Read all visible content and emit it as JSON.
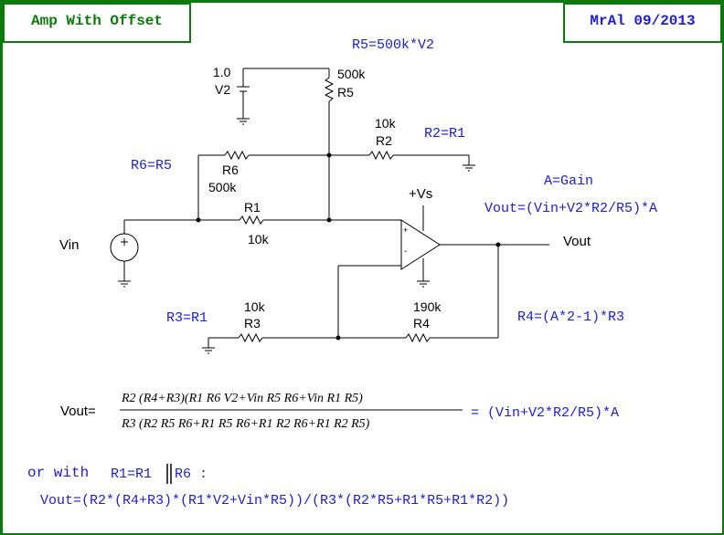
{
  "header": {
    "title": "Amp With Offset",
    "author": "MrAl 09/2013"
  },
  "components": {
    "v2_value": "1.0",
    "v2_name": "V2",
    "r5_value": "500k",
    "r5_name": "R5",
    "r2_value": "10k",
    "r2_name": "R2",
    "r6_name": "R6",
    "r6_value": "500k",
    "r1_name": "R1",
    "r1_value": "10k",
    "r3_value": "10k",
    "r3_name": "R3",
    "r4_value": "190k",
    "r4_name": "R4",
    "vin_label": "Vin",
    "vout_label": "Vout",
    "supply_label": "+Vs",
    "opamp_plus": "+",
    "opamp_minus": "-"
  },
  "annotations": {
    "r5_eq": "R5=500k*V2",
    "r2_eq": "R2=R1",
    "r6_eq": "R6=R5",
    "gain_eq": "A=Gain",
    "vout_eq": "Vout=(Vin+V2*R2/R5)*A",
    "r3_eq": "R3=R1",
    "r4_eq": "R4=(A*2-1)*R3"
  },
  "formula": {
    "lhs": "Vout=",
    "numerator": "R2 (R4+R3)(R1 R6 V2+Vin R5 R6+Vin R1 R5)",
    "denominator": "R3 (R2 R5 R6+R1 R5 R6+R1 R2 R6+R1 R2 R5)",
    "rhs": "= (Vin+V2*R2/R5)*A"
  },
  "footer": {
    "or_with": "or with",
    "condition_a": "R1=R1",
    "condition_b": "R6 :",
    "expression": "Vout=(R2*(R4+R3)*(R1*V2+Vin*R5))/(R3*(R2*R5+R1*R5+R1*R2))"
  },
  "colors": {
    "border": "#0a7a0a",
    "text_blue": "#1e1ecf",
    "wire": "#000000"
  }
}
